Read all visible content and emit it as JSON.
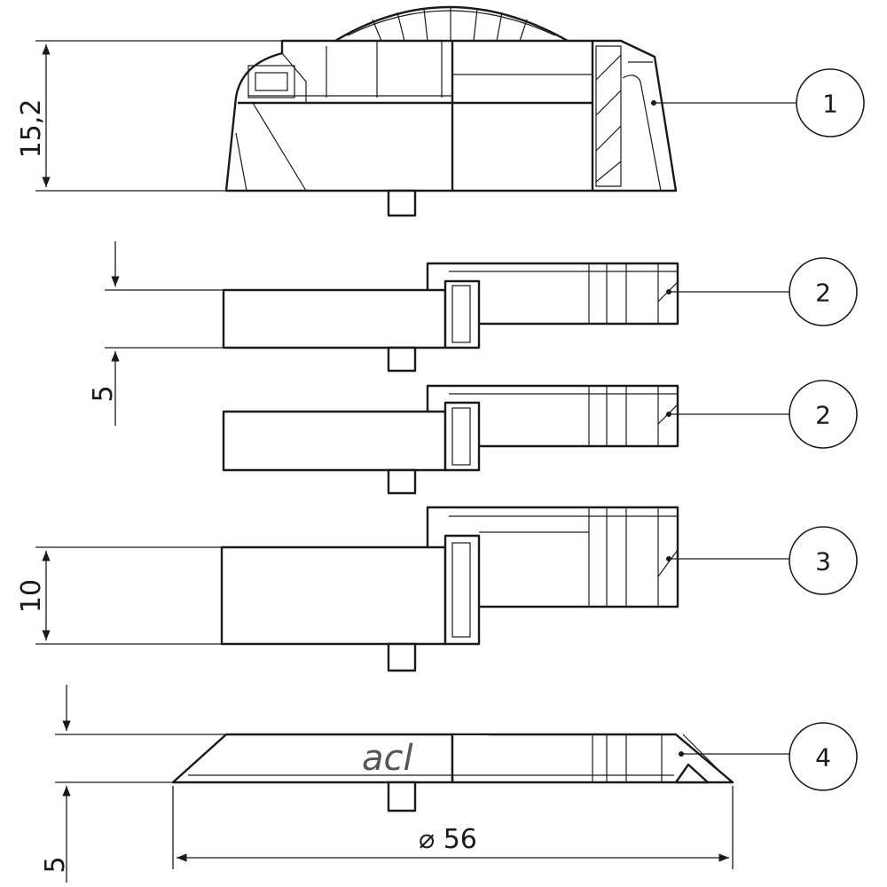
{
  "dimensions": {
    "height_part1": "15,2",
    "step_upper": "5",
    "height_part3": "10",
    "step_lower": "5",
    "diameter": "⌀ 56"
  },
  "callouts": [
    "1",
    "2",
    "2",
    "3",
    "4"
  ],
  "logo_text": "acl"
}
